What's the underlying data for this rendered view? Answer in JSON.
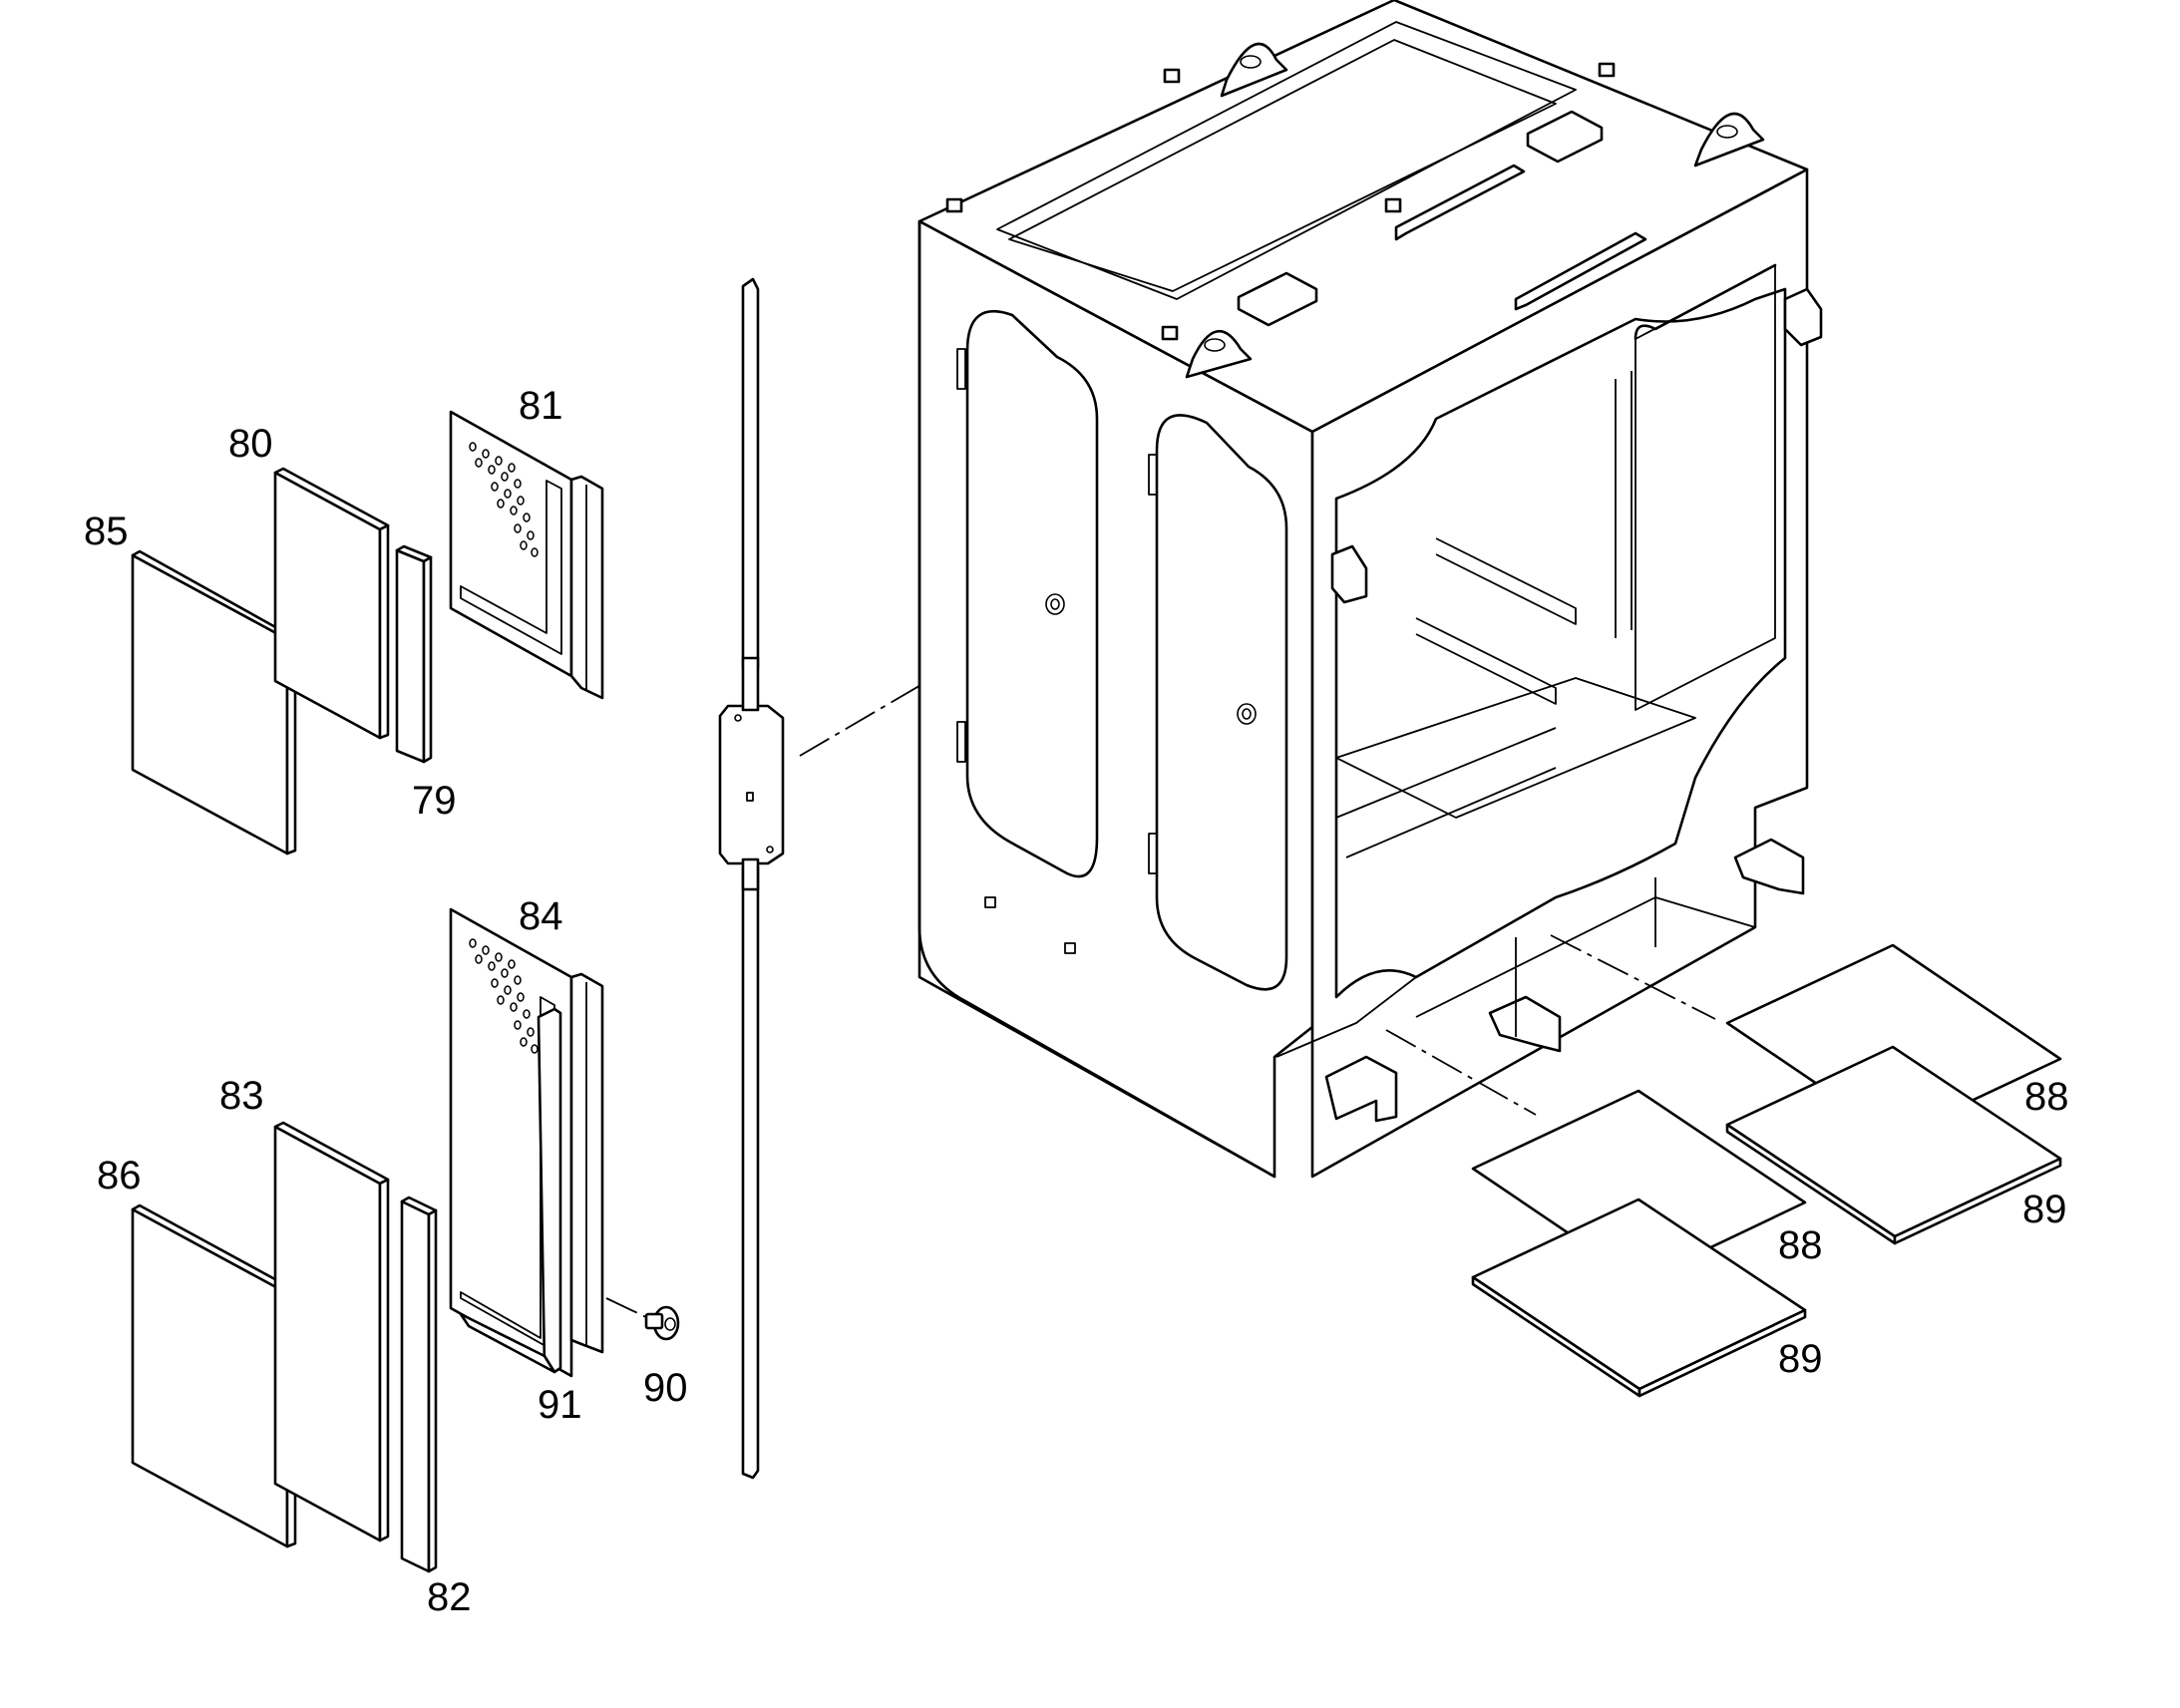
{
  "figure": {
    "callouts": [
      {
        "id": "c79",
        "text": "79"
      },
      {
        "id": "c80",
        "text": "80"
      },
      {
        "id": "c81",
        "text": "81"
      },
      {
        "id": "c82",
        "text": "82"
      },
      {
        "id": "c83",
        "text": "83"
      },
      {
        "id": "c84",
        "text": "84"
      },
      {
        "id": "c85",
        "text": "85"
      },
      {
        "id": "c86",
        "text": "86"
      },
      {
        "id": "c88a",
        "text": "88"
      },
      {
        "id": "c89a",
        "text": "89"
      },
      {
        "id": "c88b",
        "text": "88"
      },
      {
        "id": "c89b",
        "text": "89"
      },
      {
        "id": "c90",
        "text": "90"
      },
      {
        "id": "c91",
        "text": "91"
      }
    ]
  }
}
